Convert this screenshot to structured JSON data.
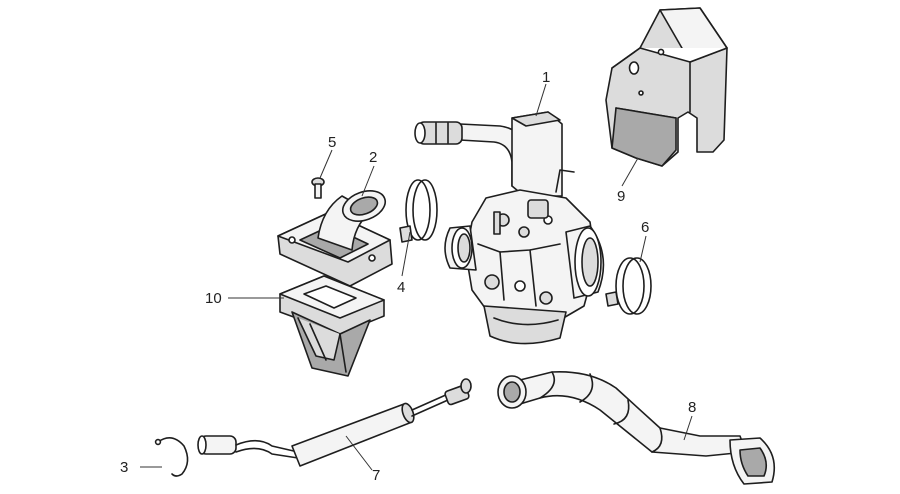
{
  "diagram": {
    "callouts": [
      {
        "id": "1",
        "text": "1"
      },
      {
        "id": "2",
        "text": "2"
      },
      {
        "id": "3",
        "text": "3"
      },
      {
        "id": "4",
        "text": "4"
      },
      {
        "id": "5",
        "text": "5"
      },
      {
        "id": "6",
        "text": "6"
      },
      {
        "id": "7",
        "text": "7"
      },
      {
        "id": "8",
        "text": "8"
      },
      {
        "id": "9",
        "text": "9"
      },
      {
        "id": "10",
        "text": "10"
      }
    ],
    "colors": {
      "line": "#1e1e1e",
      "light_fill": "#f4f4f4",
      "mid_fill": "#dcdcdc",
      "dark_fill": "#a9a9a9",
      "label": "#222222"
    }
  }
}
